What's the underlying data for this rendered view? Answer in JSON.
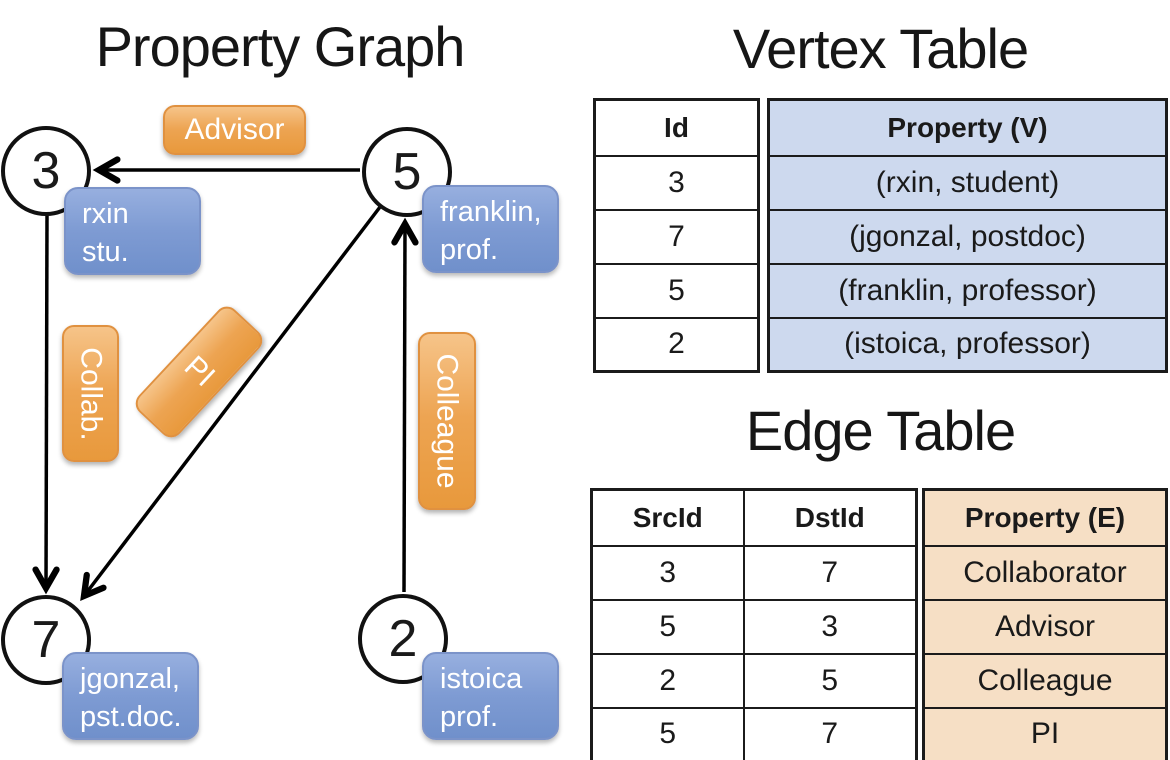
{
  "titles": {
    "property_graph": "Property Graph",
    "vertex_table": "Vertex Table",
    "edge_table": "Edge Table"
  },
  "colors": {
    "edge_label_orange": "#EDA452",
    "vertex_box_blue": "#7E9BD3",
    "vertex_table_property_bg": "#CDD9EE",
    "edge_table_property_bg": "#F6DFC5",
    "line_black": "#000000"
  },
  "graph": {
    "nodes": [
      {
        "id": "3",
        "property_line1": "rxin",
        "property_line2": "stu."
      },
      {
        "id": "5",
        "property_line1": "franklin,",
        "property_line2": "prof."
      },
      {
        "id": "7",
        "property_line1": "jgonzal,",
        "property_line2": "pst.doc."
      },
      {
        "id": "2",
        "property_line1": "istoica",
        "property_line2": "prof."
      }
    ],
    "edge_labels": {
      "advisor": "Advisor",
      "collab": "Collab.",
      "pi": "PI",
      "colleague": "Colleague"
    }
  },
  "vertex_table": {
    "headers": {
      "id": "Id",
      "property": "Property (V)"
    },
    "rows": [
      {
        "id": "3",
        "property": "(rxin, student)"
      },
      {
        "id": "7",
        "property": "(jgonzal, postdoc)"
      },
      {
        "id": "5",
        "property": "(franklin, professor)"
      },
      {
        "id": "2",
        "property": "(istoica, professor)"
      }
    ]
  },
  "edge_table": {
    "headers": {
      "src": "SrcId",
      "dst": "DstId",
      "property": "Property (E)"
    },
    "rows": [
      {
        "src": "3",
        "dst": "7",
        "property": "Collaborator"
      },
      {
        "src": "5",
        "dst": "3",
        "property": "Advisor"
      },
      {
        "src": "2",
        "dst": "5",
        "property": "Colleague"
      },
      {
        "src": "5",
        "dst": "7",
        "property": "PI"
      }
    ]
  }
}
